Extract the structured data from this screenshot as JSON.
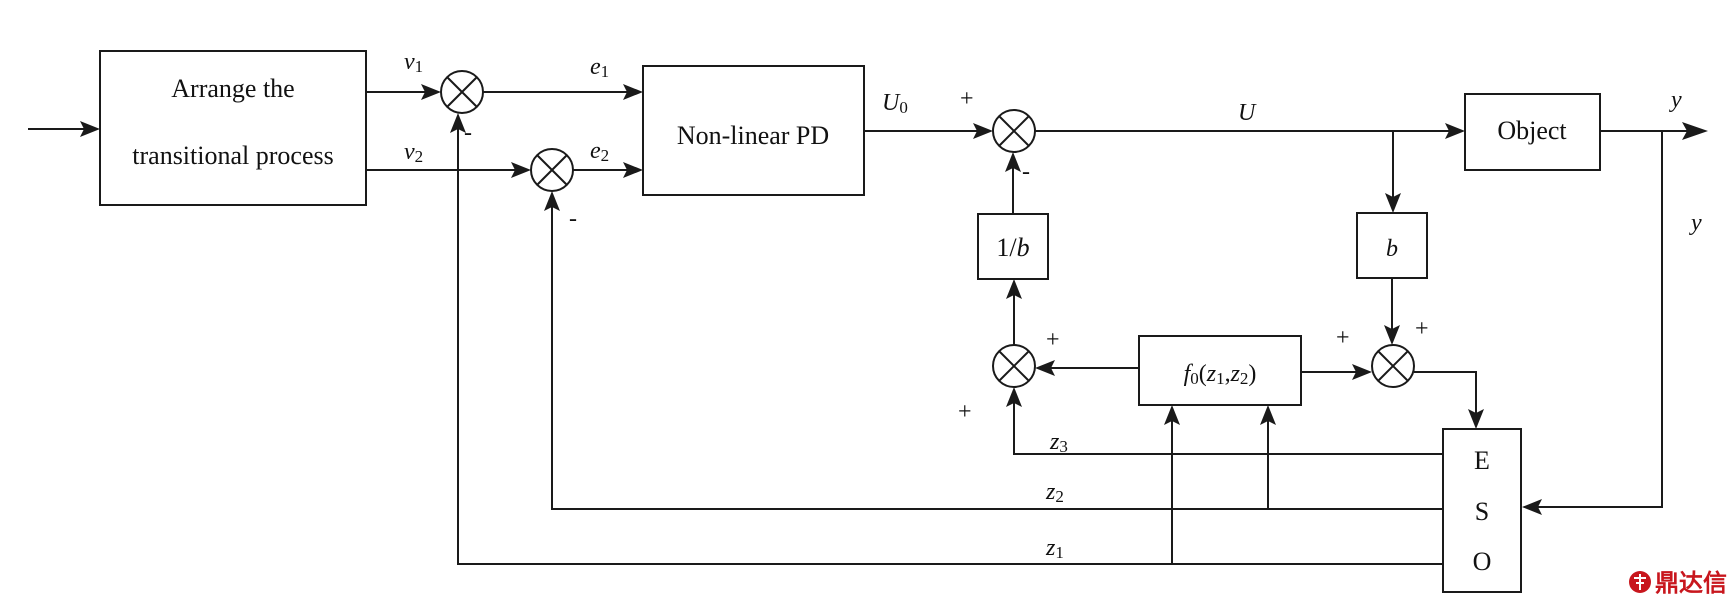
{
  "blocks": {
    "arrange_line1": "Arrange the",
    "arrange_line2": "transitional process",
    "nonlinear_pd": "Non-linear PD",
    "object": "Object",
    "inv_b": "1/",
    "inv_b_var": "b",
    "b": "b",
    "f0_func": "f",
    "f0_sub": "0",
    "f0_open": "(",
    "f0_z1": "z",
    "f0_z1_sub": "1",
    "f0_comma": ",",
    "f0_z2": "z",
    "f0_z2_sub": "2",
    "f0_close": ")",
    "eso_e": "E",
    "eso_s": "S",
    "eso_o": "O"
  },
  "signals": {
    "v1": "v",
    "v1_sub": "1",
    "v2": "v",
    "v2_sub": "2",
    "e1": "e",
    "e1_sub": "1",
    "e2": "e",
    "e2_sub": "2",
    "U0": "U",
    "U0_sub": "0",
    "U": "U",
    "y_out": "y",
    "y_fb": "y",
    "z1": "z",
    "z1_sub": "1",
    "z2": "z",
    "z2_sub": "2",
    "z3": "z",
    "z3_sub": "3"
  },
  "signs": {
    "sum1_minus": "-",
    "sum2_minus": "-",
    "sum3_plus": "+",
    "sum3_minus": "-",
    "sum4_plus_right": "+",
    "sum4_plus_bottom": "+",
    "sum5_plus_left": "+",
    "sum5_plus_right": "+"
  },
  "watermark": "鼎达信"
}
